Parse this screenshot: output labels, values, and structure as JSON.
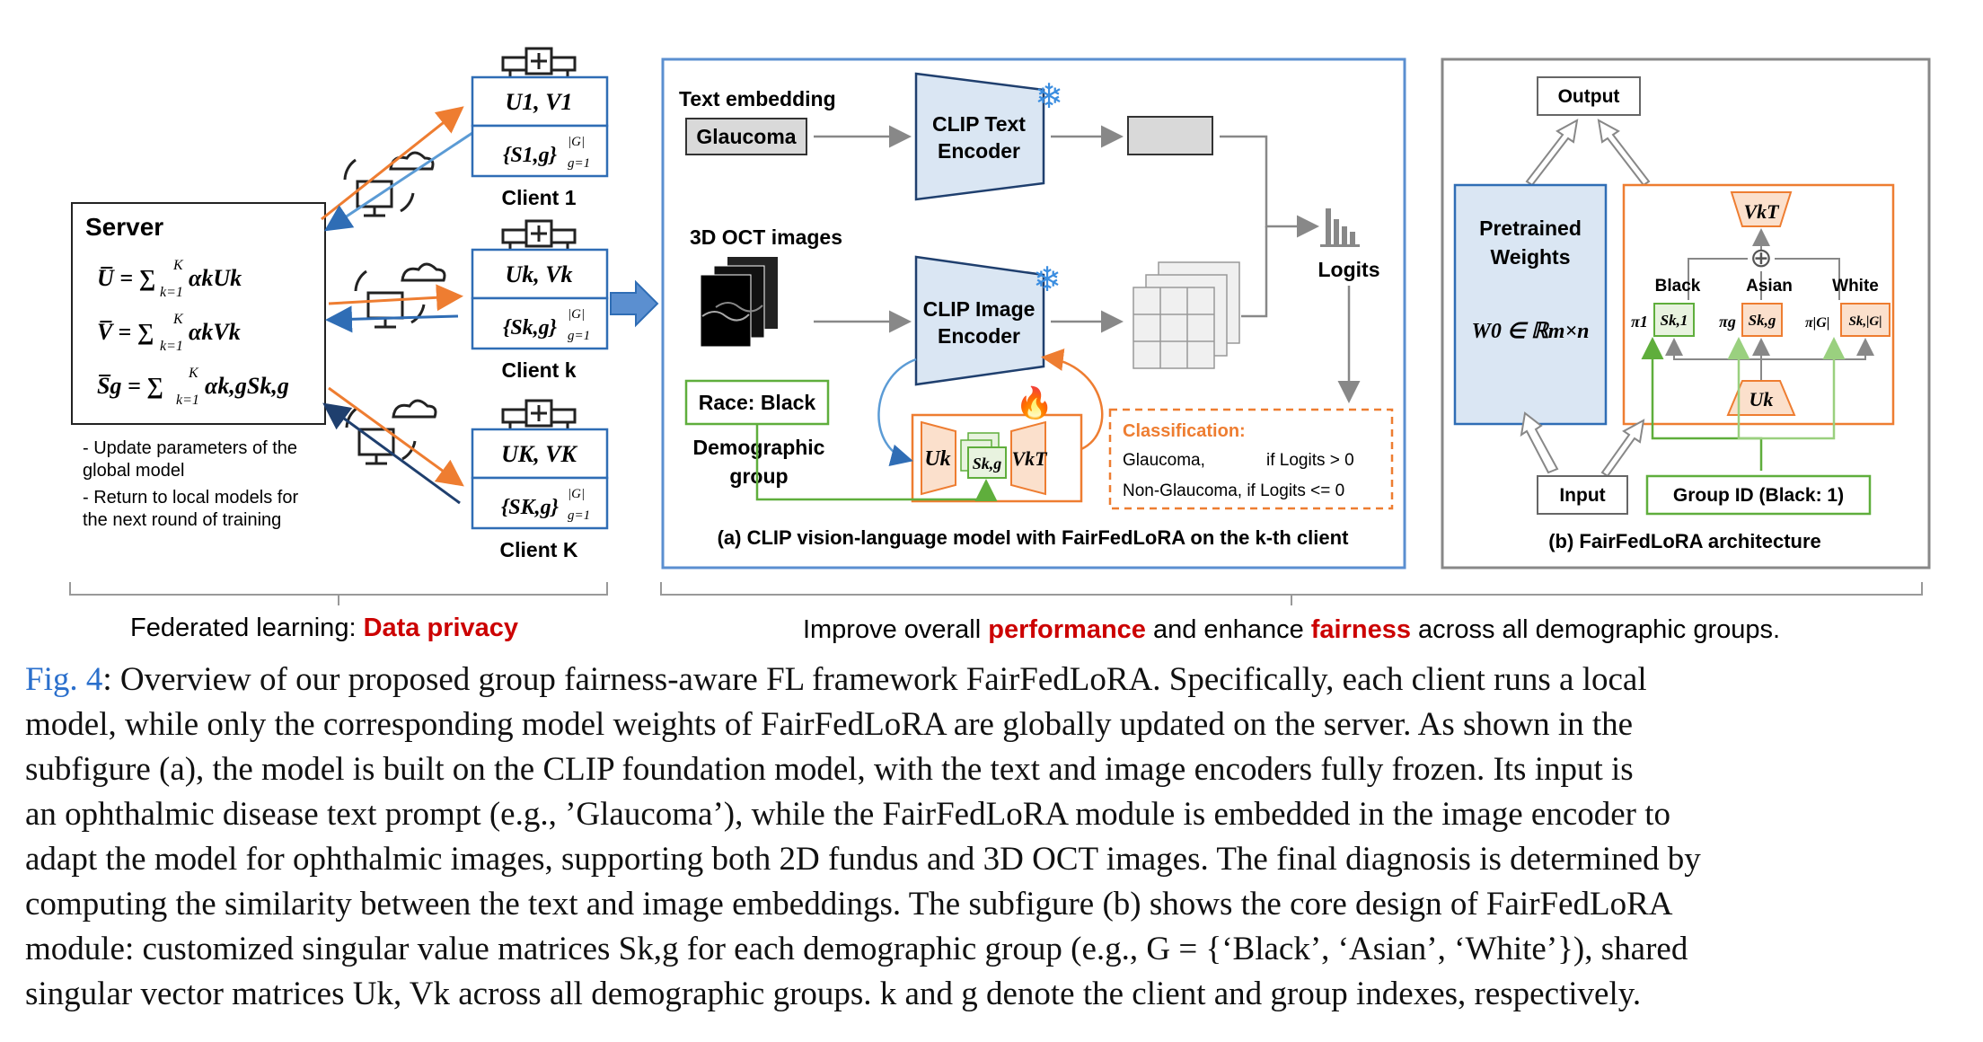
{
  "federated": {
    "server_title": "Server",
    "server_eq_U": "U̅ = ∑",
    "server_eq_V": "V̅ = ∑",
    "server_eq_S": "S̅g = ∑",
    "sum_upper": "K",
    "sum_lower": "k=1",
    "eq_U_rhs": "αkUk",
    "eq_V_rhs": "αkVk",
    "eq_S_rhs": "αk,gSk,g",
    "note_1": "- Update parameters of the",
    "note_2": "global model",
    "note_3": "- Return to local models for",
    "note_4": "the next round of training",
    "clients": [
      {
        "uv": "U1, V1",
        "s": "{S1,g}",
        "s_sup": "|G|",
        "s_sub": "g=1",
        "label": "Client 1"
      },
      {
        "uv": "Uk, Vk",
        "s": "{Sk,g}",
        "s_sup": "|G|",
        "s_sub": "g=1",
        "label": "Client k"
      },
      {
        "uv": "UK, VK",
        "s": "{SK,g}",
        "s_sup": "|G|",
        "s_sub": "g=1",
        "label": "Client K"
      }
    ],
    "bottom_prefix": "Federated learning: ",
    "bottom_highlight": "Data privacy"
  },
  "panel_a": {
    "text_embedding": "Text embedding",
    "glaucoma_box": "Glaucoma",
    "text_encoder_1": "CLIP Text",
    "text_encoder_2": "Encoder",
    "oct_label": "3D OCT images",
    "image_encoder_1": "CLIP Image",
    "image_encoder_2": "Encoder",
    "logits": "Logits",
    "race_box": "Race: Black",
    "demo_1": "Demographic",
    "demo_2": "group",
    "lora_U": "Uk",
    "lora_S": "Sk,g",
    "lora_V": "VkT",
    "class_title": "Classification:",
    "class_row1_a": "Glaucoma,",
    "class_row1_b": "if Logits > 0",
    "class_row2": "Non-Glaucoma, if Logits <= 0",
    "caption": "(a) CLIP vision-language model with FairFedLoRA on the k-th client"
  },
  "panel_b": {
    "output": "Output",
    "pretrained_1": "Pretrained",
    "pretrained_2": "Weights",
    "w0": "W0 ∈ ℝm×n",
    "vkt": "VkT",
    "oplus": "⊕",
    "groups": [
      "Black",
      "Asian",
      "White"
    ],
    "pis": [
      "π1",
      "πg",
      "π|G|"
    ],
    "s_cells": [
      "Sk,1",
      "Sk,g",
      "Sk,|G|"
    ],
    "uk": "Uk",
    "input": "Input",
    "group_id": "Group ID (Black: 1)",
    "caption": "(b) FairFedLoRA architecture"
  },
  "bottom_right": {
    "part1": "Improve overall ",
    "highlight1": "performance",
    "part2": " and enhance ",
    "highlight2": "fairness",
    "part3": " across all demographic groups."
  },
  "caption": {
    "label": "Fig. 4",
    "lines": [
      ": Overview of our proposed group fairness-aware FL framework FairFedLoRA. Specifically, each client runs a local",
      "model, while only the corresponding model weights of FairFedLoRA are globally updated on the server. As shown in the",
      "subfigure (a), the model is built on the CLIP foundation model, with the text and image encoders fully frozen. Its input is",
      "an ophthalmic disease text prompt (e.g., ’Glaucoma’), while the FairFedLoRA module is embedded in the image encoder to",
      "adapt the model for ophthalmic images, supporting both 2D fundus and 3D OCT images. The final diagnosis is determined by",
      "computing the similarity between the text and image embeddings. The subfigure (b) shows the core design of FairFedLoRA",
      "module: customized singular value matrices Sk,g for each demographic group (e.g., G = {‘Black’, ‘Asian’, ‘White’}), shared",
      "singular vector matrices Uk, Vk across all demographic groups. k and g denote the client and group indexes, respectively."
    ]
  },
  "colors": {
    "orange": "#ee7d31",
    "blue": "#2f6db5",
    "light_blue": "#dae6f3",
    "green": "#5fae3c",
    "red": "#cc0000",
    "gray": "#888888"
  }
}
